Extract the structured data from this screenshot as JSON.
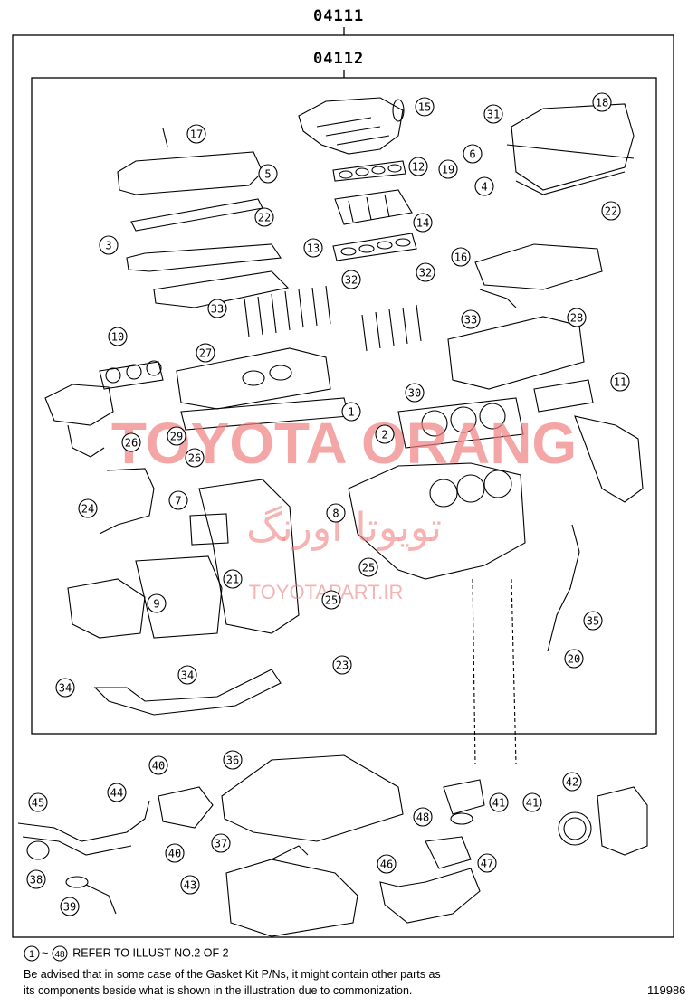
{
  "header": {
    "outer_code": "04111",
    "inner_code": "04112"
  },
  "callouts": [
    "1",
    "2",
    "3",
    "4",
    "5",
    "6",
    "7",
    "8",
    "9",
    "10",
    "11",
    "12",
    "13",
    "14",
    "15",
    "16",
    "17",
    "18",
    "19",
    "20",
    "21",
    "22",
    "22",
    "23",
    "24",
    "25",
    "25",
    "26",
    "26",
    "27",
    "28",
    "29",
    "30",
    "31",
    "32",
    "32",
    "33",
    "33",
    "34",
    "34",
    "35",
    "36",
    "37",
    "38",
    "39",
    "40",
    "40",
    "41",
    "41",
    "42",
    "43",
    "44",
    "45",
    "46",
    "47",
    "48"
  ],
  "watermark": {
    "main": "TOYOTA ORANG",
    "persian": "تویوتا اورنگ",
    "site": "TOYOTAPART.IR",
    "color": "#f08080"
  },
  "footer": {
    "ref_start": "1",
    "ref_tilde": "~",
    "ref_end": "48",
    "ref_text": "REFER TO ILLUST NO.2 OF 2",
    "advice_line1": "Be advised that in some case of the Gasket Kit P/Ns,  it might contain other parts as",
    "advice_line2": "its components beside what is shown in the illustration due to commonization.",
    "illustration_number": "119986"
  }
}
